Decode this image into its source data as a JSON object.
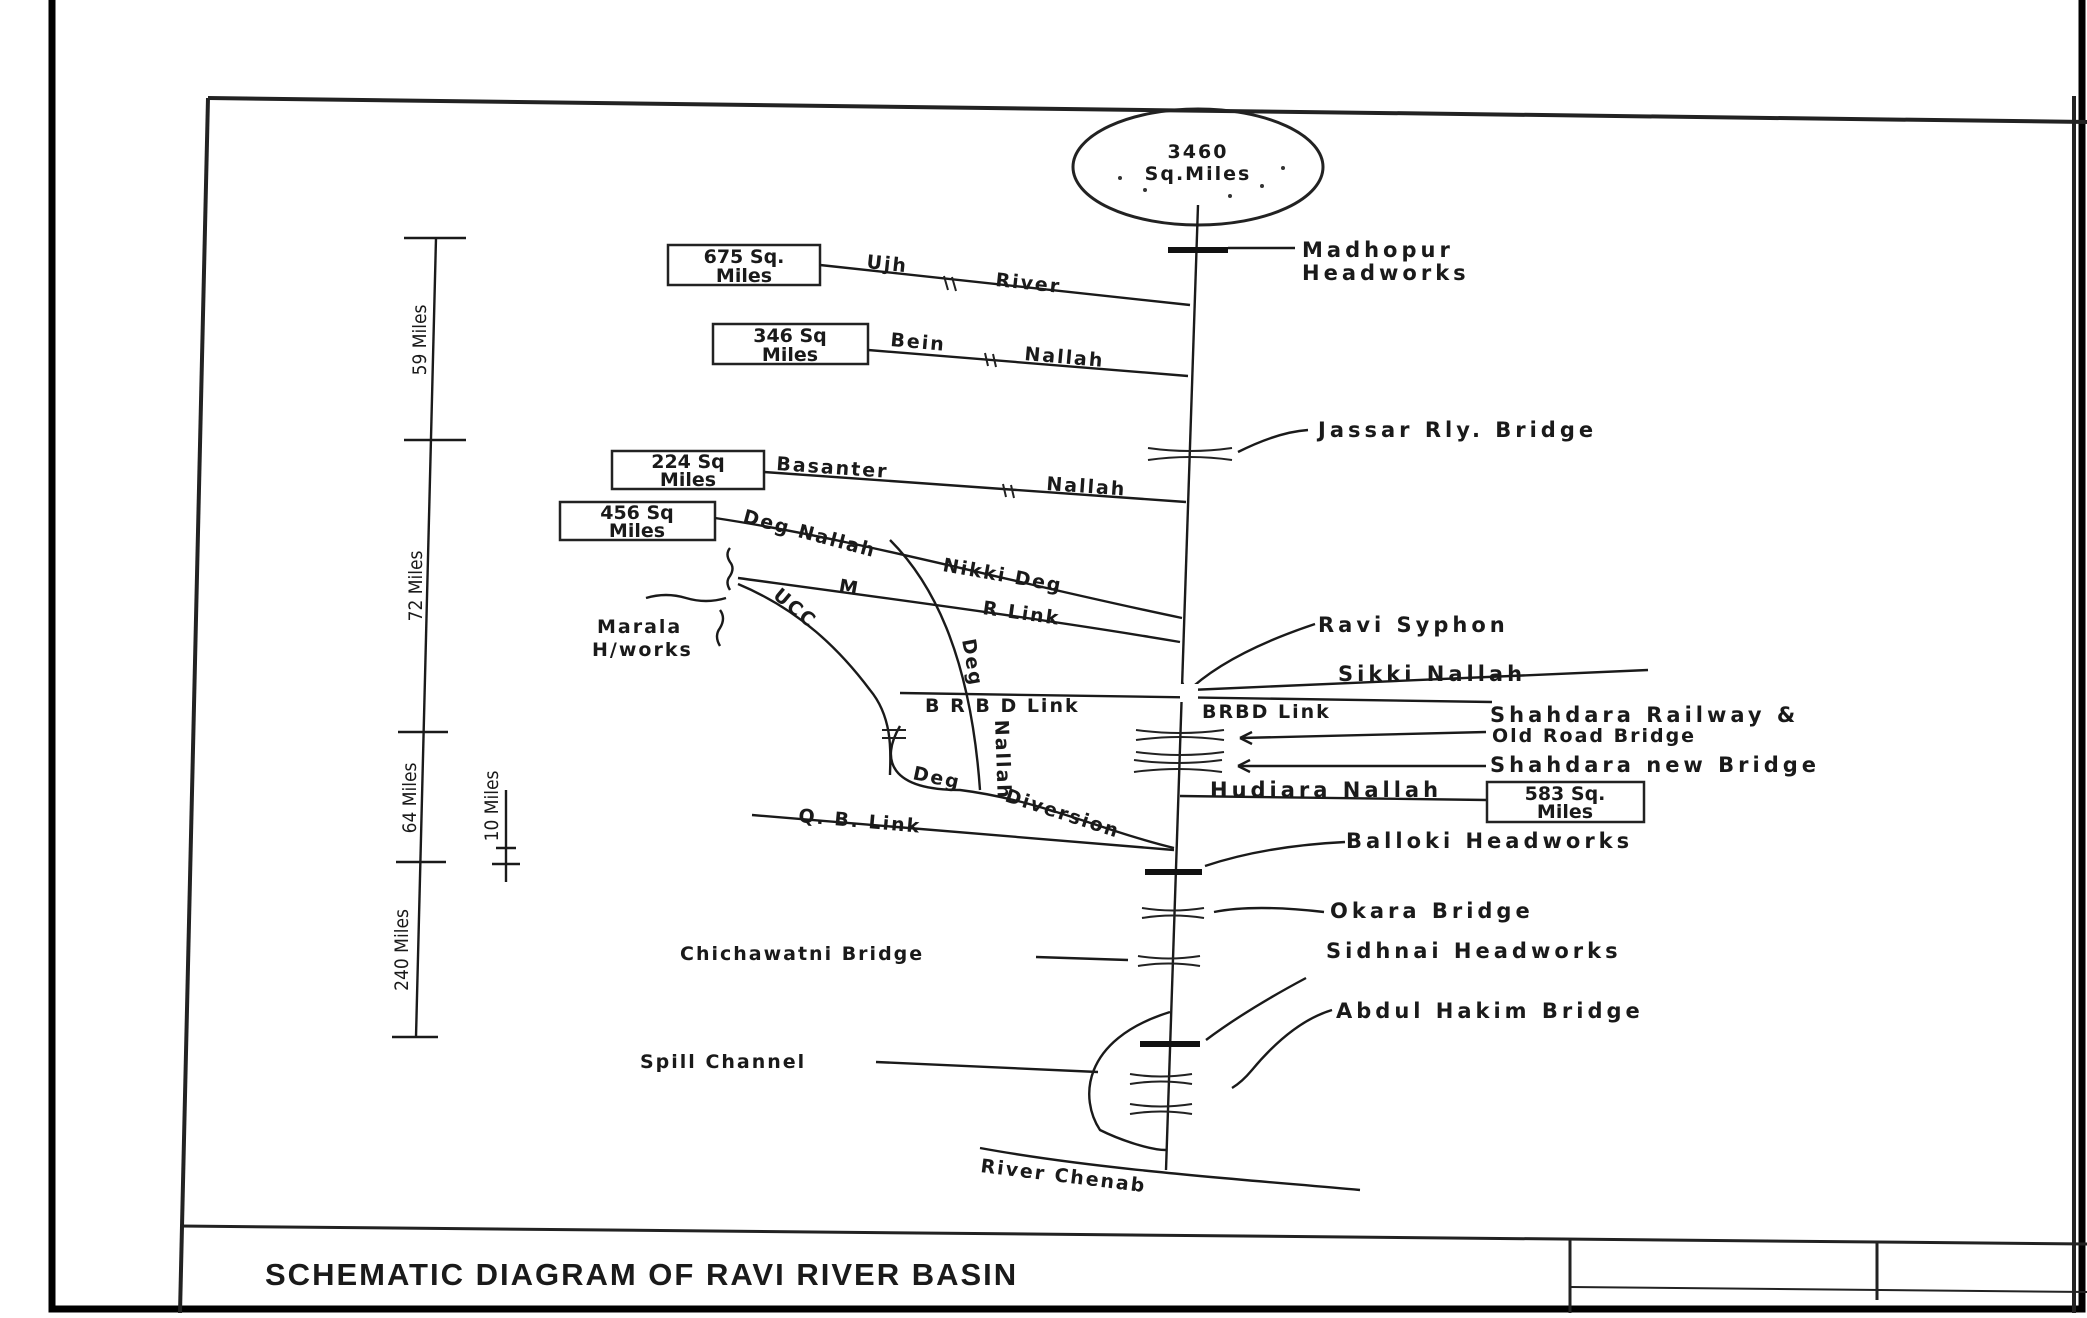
{
  "catchment": {
    "area": "3460",
    "unit": "Sq.Miles"
  },
  "tributaries": {
    "ujh": {
      "box1": "675 Sq.",
      "box2": "Miles",
      "name1": "Ujh",
      "name2": "River"
    },
    "bein": {
      "box1": "346 Sq",
      "box2": "Miles",
      "name1": "Bein",
      "name2": "Nallah"
    },
    "basanter": {
      "box1": "224 Sq",
      "box2": "Miles",
      "name1": "Basanter",
      "name2": "Nallah"
    },
    "deg": {
      "box1": "456 Sq",
      "box2": "Miles",
      "name1": "Deg Nallah",
      "name2": "Nikki Deg"
    },
    "hudiara": {
      "box1": "583 Sq.",
      "box2": "Miles",
      "name": "Hudiara Nallah"
    }
  },
  "links": {
    "mr_link_m": "M",
    "mr_link_r": "R",
    "mr_link_text": "R Link",
    "ucc": "UCC",
    "deg_vertical": "Deg",
    "nallah_vertical": "Nallah",
    "brbd_left": "B R B D Link",
    "brbd_right": "BRBD Link",
    "sikki": "Sikki Nallah",
    "qb_link": "Q. B. Link",
    "deg_diversion_1": "Deg",
    "deg_diversion_2": "Diversion",
    "marala_1": "Marala",
    "marala_2": "H/works"
  },
  "structures": {
    "madhopur_1": "Madhopur",
    "madhopur_2": "Headworks",
    "jassar": "Jassar Rly. Bridge",
    "ravi_syphon": "Ravi Syphon",
    "shahdara_rail_1": "Shahdara Railway &",
    "shahdara_rail_2": "Old Road Bridge",
    "shahdara_new": "Shahdara new Bridge",
    "balloki": "Balloki Headworks",
    "okara": "Okara Bridge",
    "chichawatni": "Chichawatni Bridge",
    "sidhnai": "Sidhnai Headworks",
    "abdul_hakim": "Abdul Hakim Bridge",
    "spill_channel": "Spill Channel",
    "river_chenab": "River Chenab"
  },
  "scale_bar": {
    "seg1": "59 Miles",
    "seg2": "72 Miles",
    "seg3": "64 Miles",
    "seg4": "240 Miles",
    "ref": "10 Miles"
  },
  "title": "SCHEMATIC DIAGRAM OF RAVI RIVER BASIN"
}
